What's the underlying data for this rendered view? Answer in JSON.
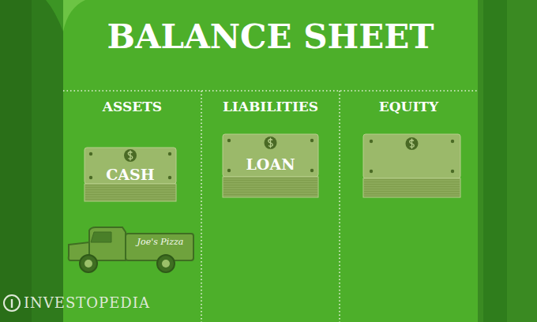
{
  "diagram": {
    "title": "BALANCE SHEET",
    "nodes": [
      {
        "text": [
          "ASSETS"
        ]
      },
      {
        "text": [
          "CASH"
        ],
        "in": 0
      },
      {
        "text": [
          "Joe's Pizza"
        ],
        "in": 0
      },
      {
        "text": [
          "LIABILITIES"
        ]
      },
      {
        "text": [
          "LOAN"
        ],
        "in": 3
      },
      {
        "text": [
          "EQUITY"
        ]
      }
    ],
    "labels": [
      "INVESTOPEDIA"
    ]
  }
}
